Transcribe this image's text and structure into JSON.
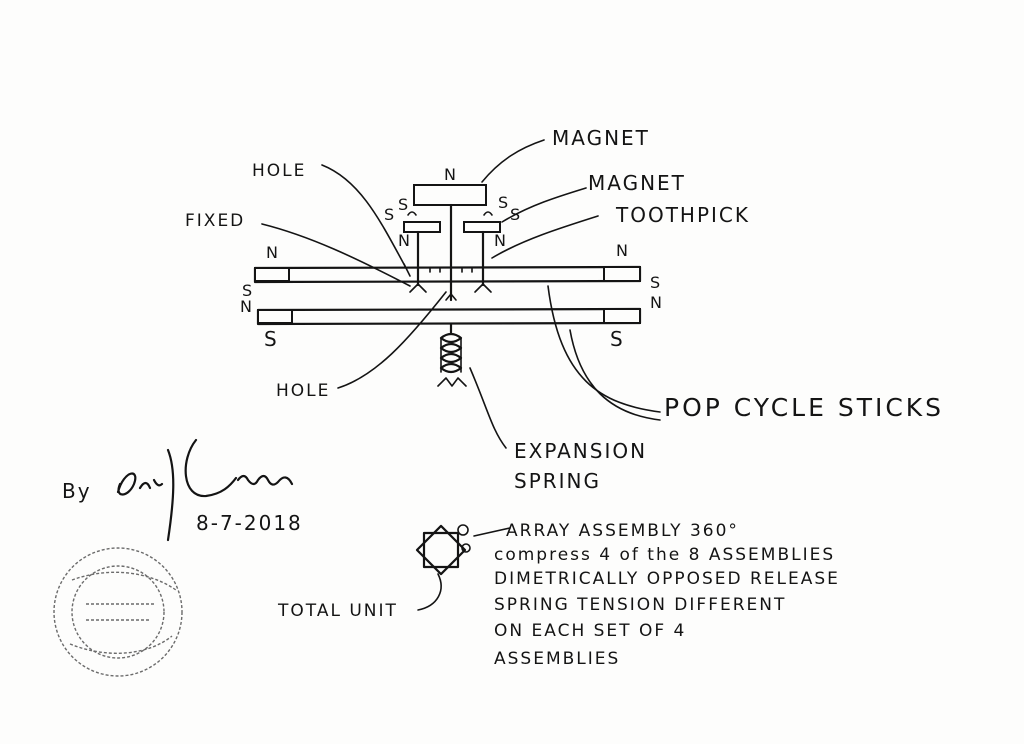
{
  "labels": {
    "magnet_top": "MAGNET",
    "magnet_right": "MAGNET",
    "hole_top": "HOLE",
    "toothpick": "TOOTHPICK",
    "fixed": "FIXED",
    "hole_bottom": "HOLE",
    "popcycle_sticks": "POP CYCLE STICKS",
    "expansion": "EXPANSION",
    "spring": "SPRING",
    "total_unit": "TOTAL UNIT"
  },
  "poles": {
    "top_magnet_n": "N",
    "s_left_1": "S",
    "s_left_2": "S",
    "n_left_inner": "N",
    "s_right_1": "S",
    "s_right_2": "S",
    "n_right_inner": "N",
    "n_left_stick": "N",
    "n_right_stick": "N",
    "s_left_edge": "S",
    "n_left_edge": "N",
    "s_right_edge": "S",
    "n_right_edge": "N",
    "s_bottom_left": "S",
    "s_bottom_right": "S"
  },
  "notes": [
    "ARRAY ASSEMBLY 360°",
    "compress 4 of the 8 ASSEMBLIES",
    "DIMETRICALLY OPPOSED RELEASE",
    "SPRING TENSION DIFFERENT",
    "ON EACH SET OF 4",
    "ASSEMBLIES"
  ],
  "signature": {
    "by": "By",
    "name": "Eric J Crews",
    "date": "8-7-2018"
  }
}
